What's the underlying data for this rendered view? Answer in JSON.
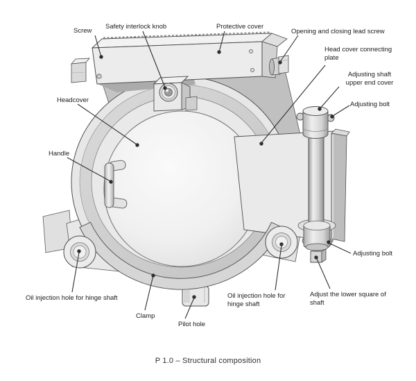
{
  "figure": {
    "caption": "P 1.0 – Structural composition"
  },
  "colors": {
    "background": "#ffffff",
    "outline": "#4d4d4d",
    "leader_line": "#2e2e2e",
    "label_text": "#1b1b1b",
    "metal_light": "#ececec",
    "metal_mid": "#d6d6d6",
    "metal_dark": "#b4b4b4"
  },
  "labels": {
    "screw": "Screw",
    "safety_interlock_knob": "Safety interlock knob",
    "protective_cover": "Protective cover",
    "opening_closing_lead_screw": "Opening and closing lead screw",
    "head_cover_connecting_plate": "Head cover connecting plate",
    "adjusting_shaft_upper_end_cover": "Adjusting shaft upper end cover",
    "adjusting_bolt_upper": "Adjusting bolt",
    "headcover": "Headcover",
    "handle": "Handle",
    "oil_injection_hole_left": "Oil injection hole for hinge shaft",
    "clamp": "Clamp",
    "pilot_hole": "Pilot hole",
    "oil_injection_hole_right": "Oil injection hole for hinge shaft",
    "adjust_lower_square_of_shaft": "Adjust the lower square of shaft",
    "adjusting_bolt_lower": "Adjusting bolt"
  }
}
